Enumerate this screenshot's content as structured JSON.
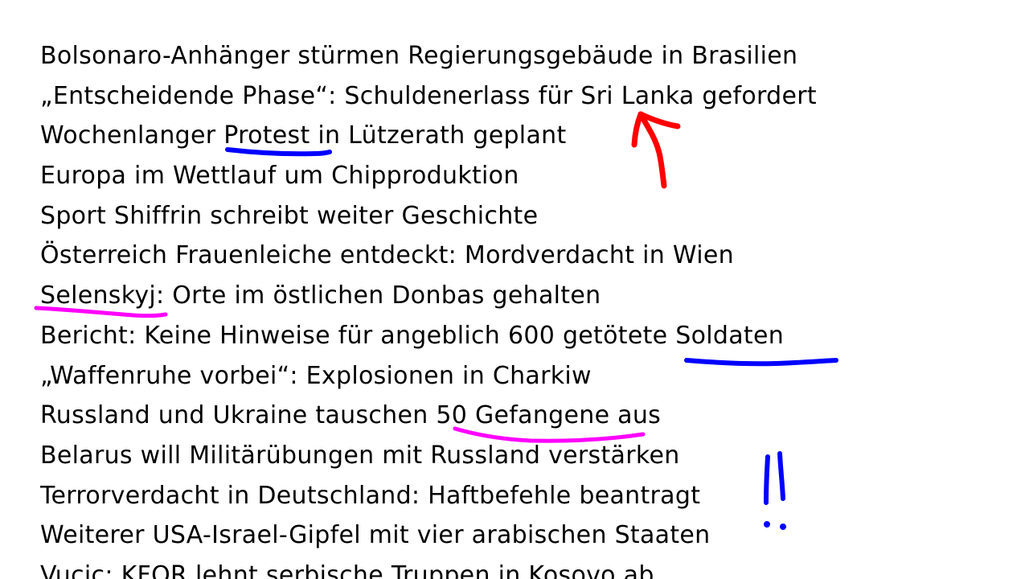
{
  "headlines": [
    "Bolsonaro-Anhänger stürmen Regierungsgebäude in Brasilien",
    "„Entscheidende Phase“: Schuldenerlass für Sri Lanka gefordert",
    "Wochenlanger Protest in Lützerath geplant",
    "Europa im Wettlauf um Chipproduktion",
    "Sport Shiffrin schreibt weiter Geschichte",
    "Österreich Frauenleiche entdeckt: Mordverdacht in Wien",
    "Selenskyj: Orte im östlichen Donbas gehalten",
    "Bericht: Keine Hinweise für angeblich 600 getötete Soldaten",
    "„Waffenruhe vorbei“: Explosionen in Charkiw",
    "Russland und Ukraine tauschen 50 Gefangene aus",
    "Belarus will Militärübungen mit Russland verstärken",
    "Terrorverdacht in Deutschland: Haftbefehle beantragt",
    "Weiterer USA-Israel-Gipfel mit vier arabischen Staaten",
    "Vucic: KFOR lehnt serbische Truppen in Kosovo ab"
  ],
  "annotations": {
    "colors": {
      "red": "#ff0000",
      "blue": "#0000ff",
      "magenta": "#ff00ff"
    }
  }
}
